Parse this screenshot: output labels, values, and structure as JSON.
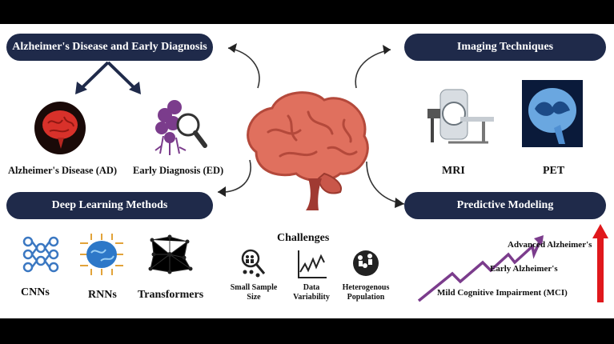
{
  "sections": {
    "alzheimers": "Alzheimer's Disease and Early Diagnosis",
    "imaging": "Imaging Techniques",
    "deep_learning": "Deep Learning Methods",
    "predictive": "Predictive Modeling"
  },
  "alzheimers_items": [
    "Alzheimer's Disease (AD)",
    "Early Diagnosis (ED)"
  ],
  "imaging_items": [
    "MRI",
    "PET"
  ],
  "dl_items": [
    "CNNs",
    "RNNs",
    "Transformers"
  ],
  "challenges": {
    "title": "Challenges",
    "items": [
      {
        "line1": "Small Sample",
        "line2": "Size"
      },
      {
        "line1": "Data",
        "line2": "Variability"
      },
      {
        "line1": "Heterogenous",
        "line2": "Population"
      }
    ]
  },
  "stages": [
    "Advanced Alzheimer's",
    "Early Alzheimer's",
    "Mild Cognitive Impairment (MCI)"
  ],
  "colors": {
    "pill": "#1f2a4a",
    "brain": "#e0705e",
    "purple": "#7b3c8c",
    "red": "#e0181c",
    "cnn": "#3b78c2"
  }
}
